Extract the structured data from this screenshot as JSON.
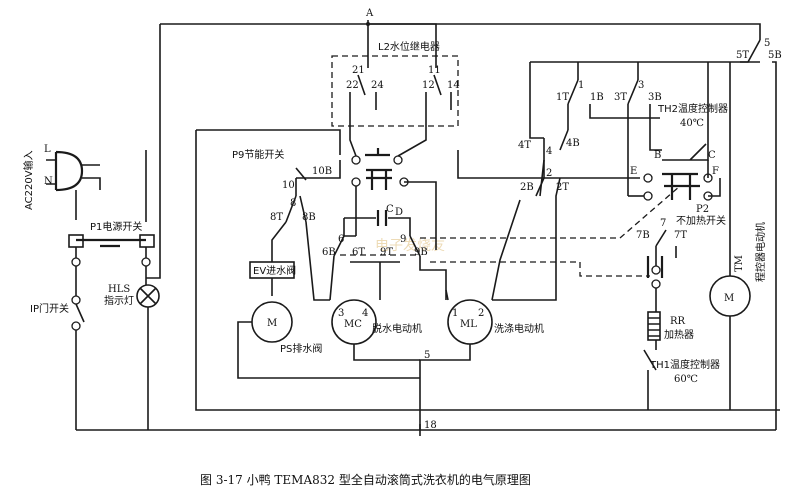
{
  "caption": "图 3-17   小鸭 TEMA832 型全自动滚筒式洗衣机的电气原理图",
  "watermark": "电子发烧友",
  "labels": {
    "A": "A",
    "L2": "L2水位继电器",
    "c21": "21",
    "c22": "22",
    "c24": "24",
    "c11": "11",
    "c12": "12",
    "c14": "14",
    "c1": "1",
    "c1T": "1T",
    "c1B": "1B",
    "c3": "3",
    "c3T": "3T",
    "c3B": "3B",
    "th2": "TH2温度控制器",
    "th2t": "40℃",
    "n5": "5",
    "n5T": "5T",
    "n5B": "5B",
    "acin": "AC220V输入",
    "L": "L",
    "N": "N",
    "p9": "P9节能开关",
    "n10": "10",
    "n10B": "10B",
    "n8": "8",
    "n8T": "8T",
    "n8B": "8B",
    "n4T": "4T",
    "n4": "4",
    "n4B": "4B",
    "n2": "2",
    "n2B": "2B",
    "n2T": "2T",
    "nB": "B",
    "nC": "C",
    "nE": "E",
    "nF": "F",
    "p2": "P2",
    "p2t": "不加热开关",
    "p1": "P1电源开关",
    "cd": "C",
    "cdsub": "D",
    "n6B": "6B",
    "n6": "6",
    "n6T": "6T",
    "n9": "9",
    "n9T": "9T",
    "n9B": "9B",
    "n7": "7",
    "n7B": "7B",
    "n7T": "7T",
    "ev": "EV进水阀",
    "hls": "HLS",
    "hls2": "指示灯",
    "ip": "IP门开关",
    "tm1": "TM",
    "tm2": "程控器电动机",
    "m": "M",
    "mc": "MC",
    "ml": "ML",
    "mc3": "3",
    "mc4": "4",
    "ml1": "1",
    "ml2": "2",
    "ps": "PS排水阀",
    "mcname": "脱水电动机",
    "mlname": "洗涤电动机",
    "rr": "RR",
    "rr2": "加热器",
    "th1": "TH1温度控制器",
    "th1t": "60℃",
    "n5b": "5",
    "n18": "18"
  }
}
